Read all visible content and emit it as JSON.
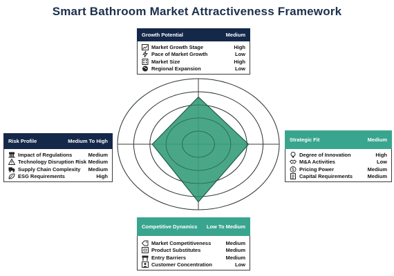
{
  "title": "Smart Bathroom Market Attractiveness Framework",
  "colors": {
    "navy": "#14284a",
    "teal": "#3aa58f",
    "radar_fill": "#3aa07d",
    "radar_stroke": "#1e5a44",
    "grid": "#3a3a3a"
  },
  "radar": {
    "levels": 5,
    "values": {
      "top": 0.72,
      "right": 0.62,
      "bottom": 0.88,
      "left": 0.57
    }
  },
  "cards": {
    "growth": {
      "title": "Growth  Potential",
      "rating": "Medium",
      "items": [
        {
          "label": "Market Growth Stage",
          "value": "High",
          "icon": "chart-icon"
        },
        {
          "label": "Pace of Market Growth",
          "value": "Low",
          "icon": "lightning-icon"
        },
        {
          "label": "Market Size",
          "value": "High",
          "icon": "building-icon"
        },
        {
          "label": "Regional Expansion",
          "value": "Low",
          "icon": "globe-icon"
        }
      ]
    },
    "strategic": {
      "title": "Strategic Fit",
      "rating": "Medium",
      "items": [
        {
          "label": "Degree of Innovation",
          "value": "High",
          "icon": "lightbulb-icon"
        },
        {
          "label": "M&A Activities",
          "value": "Low",
          "icon": "handshake-icon"
        },
        {
          "label": "Pricing Power",
          "value": "Medium",
          "icon": "dollar-icon"
        },
        {
          "label": "Capital Requirements",
          "value": "Medium",
          "icon": "document-icon"
        }
      ]
    },
    "competitive": {
      "title": "Competitive Dynamics",
      "rating": "Low To Medium",
      "items": [
        {
          "label": "Market Competitiveness",
          "value": "Medium",
          "icon": "tag-icon"
        },
        {
          "label": "Product Substitutes",
          "value": "Medium",
          "icon": "box-icon"
        },
        {
          "label": "Entry Barriers",
          "value": "Medium",
          "icon": "barrier-icon"
        },
        {
          "label": "Customer Concentration",
          "value": "Low",
          "icon": "customer-icon"
        }
      ]
    },
    "risk": {
      "title": "Risk Profile",
      "rating": "Medium To High",
      "items": [
        {
          "label": "Impact of Regulations",
          "value": "Medium",
          "icon": "regulation-icon"
        },
        {
          "label": "Technology Disruption Risk",
          "value": "Medium",
          "icon": "warning-icon"
        },
        {
          "label": "Supply Chain Complexity",
          "value": "Medium",
          "icon": "truck-icon"
        },
        {
          "label": "ESG Requirements",
          "value": "High",
          "icon": "leaf-icon"
        }
      ]
    }
  }
}
